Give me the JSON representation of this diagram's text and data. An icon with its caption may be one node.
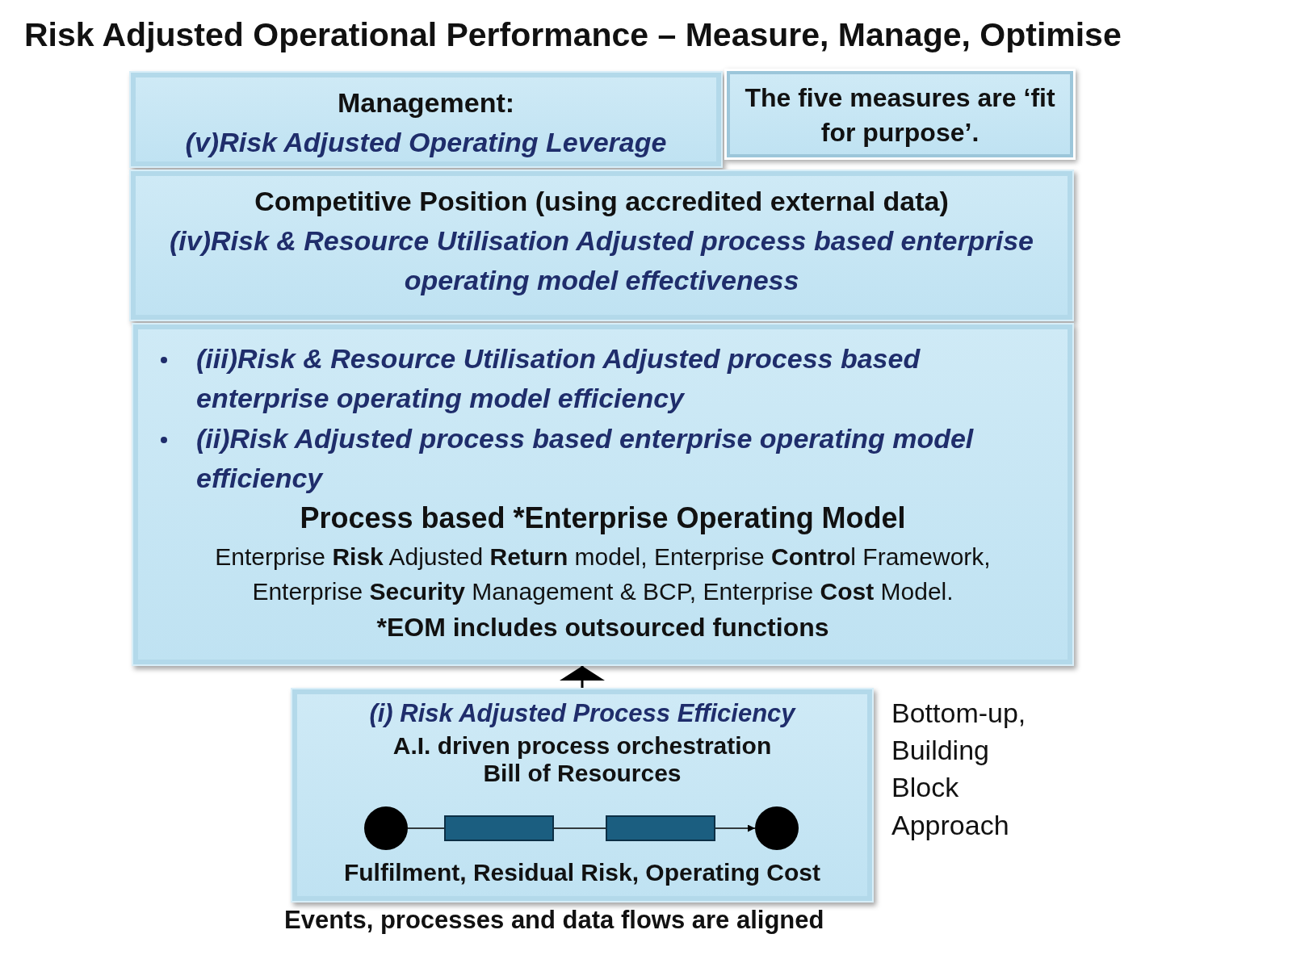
{
  "diagram": {
    "title": "Risk Adjusted Operational Performance – Measure, Manage, Optimise",
    "nodes": [
      {
        "text": [
          "Management:",
          "(v)Risk Adjusted Operating Leverage"
        ]
      },
      {
        "text": [
          "The five measures are ‘fit for purpose’."
        ]
      },
      {
        "text": [
          "Competitive Position (using accredited external data)",
          "(iv)Risk & Resource Utilisation Adjusted process based enterprise operating model effectiveness"
        ]
      },
      {
        "text": [
          "(iii)Risk & Resource Utilisation Adjusted process based enterprise operating model efficiency",
          "(ii)Risk  Adjusted process based enterprise operating model efficiency",
          "Process based *Enterprise Operating Model",
          "Enterprise **Risk** Adjusted **Return** model, Enterprise **Contro**l Framework, Enterprise **Security** Management & BCP, Enterprise **Cost** Model.",
          "*EOM includes outsourced functions"
        ]
      },
      {
        "text": [
          "(i) Risk Adjusted Process Efficiency",
          "A.I. driven process orchestration Bill of Resources",
          "Fulfilment, Residual Risk, Operating Cost"
        ],
        "beside": [
          "Bottom-up, Building Block Approach",
          "Events, processes and data flows are aligned"
        ]
      },
      {
        "text": [],
        "shape": "circle",
        "in": 4
      },
      {
        "text": [],
        "shape": "box",
        "in": 4
      },
      {
        "text": [],
        "shape": "box",
        "in": 4
      },
      {
        "text": [],
        "shape": "circle",
        "in": 4
      }
    ],
    "edges": [
      {
        "from": 4,
        "to": 3,
        "arrow": "to"
      },
      {
        "from": 5,
        "to": 6,
        "arrow": "none"
      },
      {
        "from": 6,
        "to": 7,
        "arrow": "none"
      },
      {
        "from": 7,
        "to": 8,
        "arrow": "to"
      }
    ]
  }
}
